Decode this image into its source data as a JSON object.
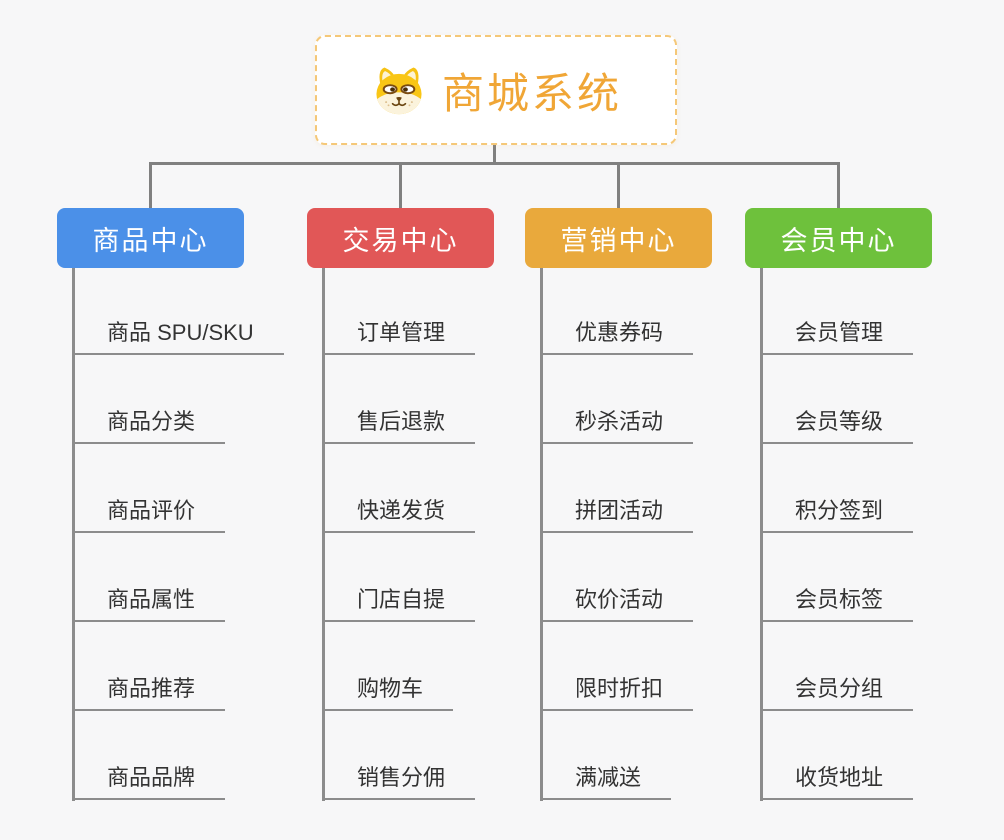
{
  "root": {
    "title": "商城系统",
    "icon": "dog-face-icon",
    "accent_color": "#f0a636",
    "border_color": "#f5c878"
  },
  "connector_color": "#808080",
  "background_color": "#f7f7f8",
  "branches": [
    {
      "label": "商品中心",
      "color": "#4b90e8",
      "items": [
        "商品 SPU/SKU",
        "商品分类",
        "商品评价",
        "商品属性",
        "商品推荐",
        "商品品牌"
      ]
    },
    {
      "label": "交易中心",
      "color": "#e15757",
      "items": [
        "订单管理",
        "售后退款",
        "快递发货",
        "门店自提",
        "购物车",
        "销售分佣"
      ]
    },
    {
      "label": "营销中心",
      "color": "#e9a93c",
      "items": [
        "优惠券码",
        "秒杀活动",
        "拼团活动",
        "砍价活动",
        "限时折扣",
        "满减送"
      ]
    },
    {
      "label": "会员中心",
      "color": "#6ec13c",
      "items": [
        "会员管理",
        "会员等级",
        "积分签到",
        "会员标签",
        "会员分组",
        "收货地址"
      ]
    }
  ]
}
